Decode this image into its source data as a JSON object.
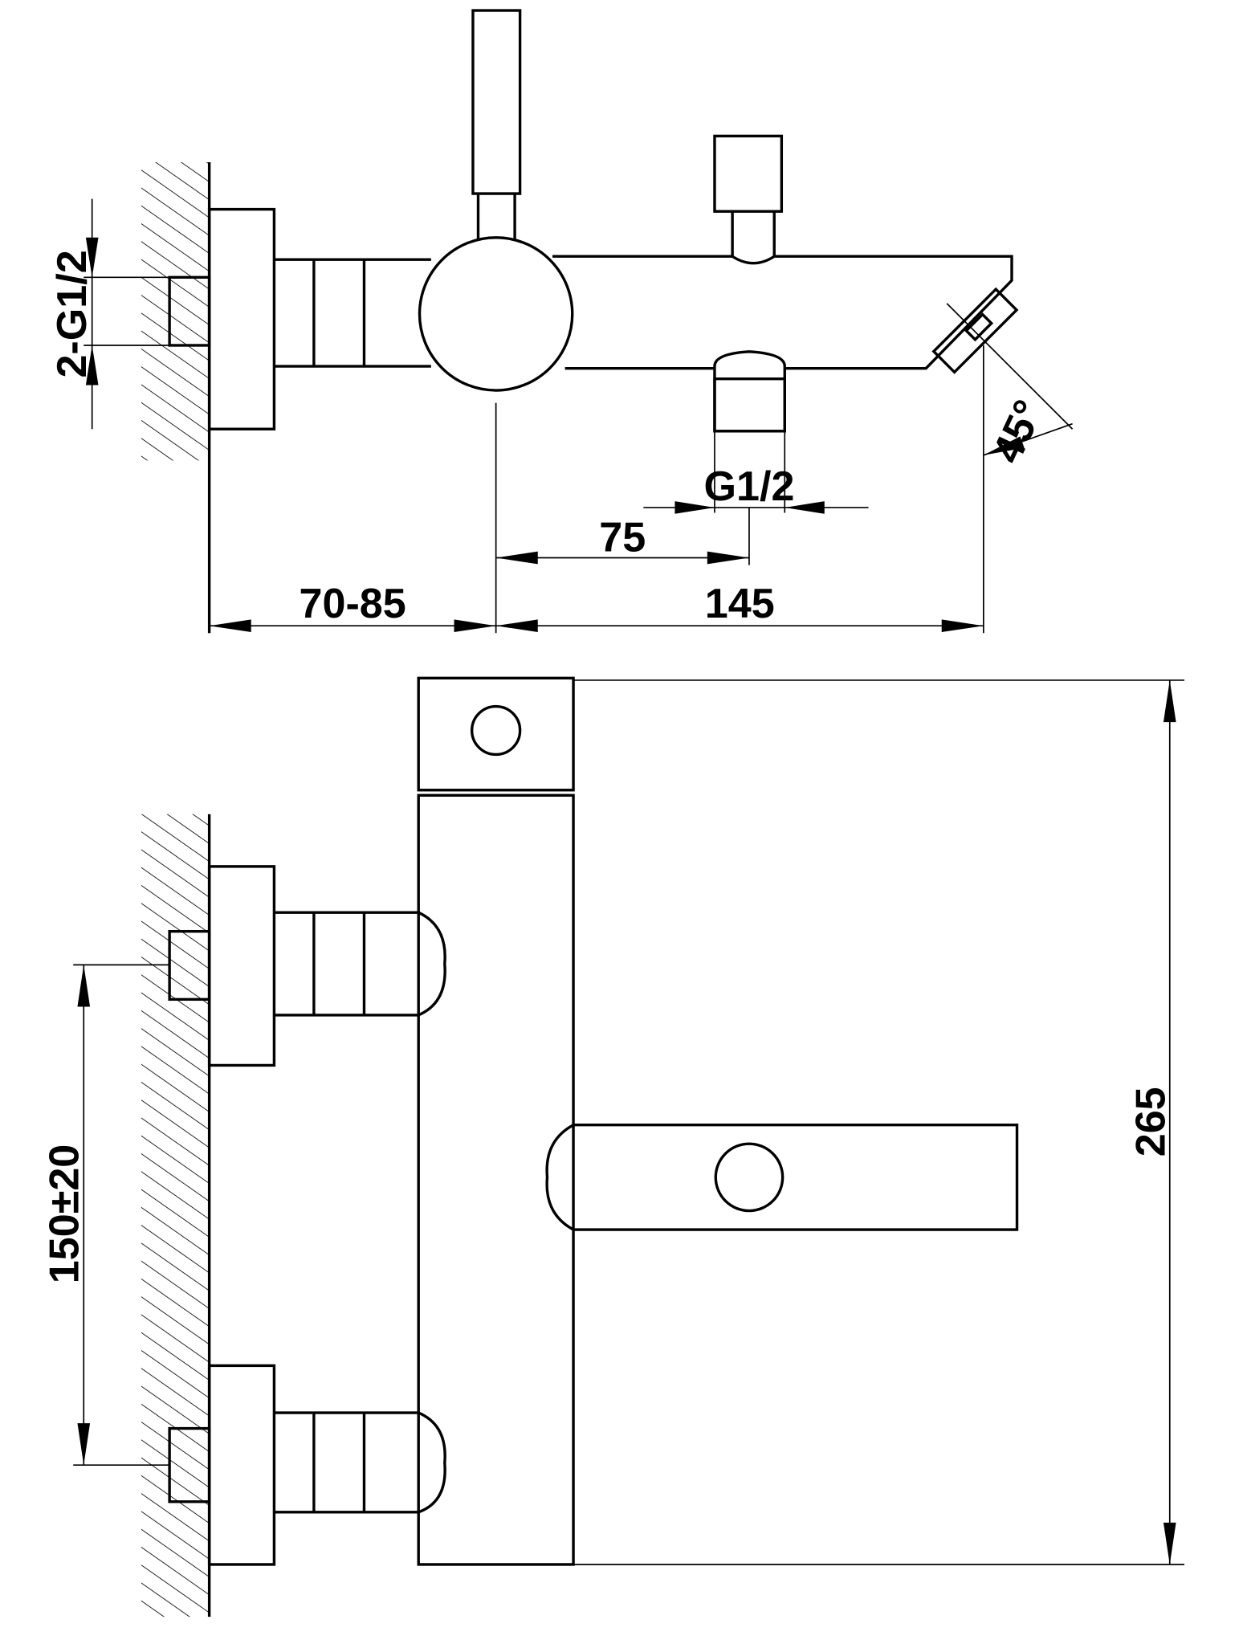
{
  "diagram": {
    "title": "Wall-mounted bath mixer dimension drawing",
    "colors": {
      "line": "#000000",
      "background": "#ffffff"
    },
    "side_view": {
      "labels": {
        "inlet_thread": "2-G1/2",
        "outlet_thread": "G1/2",
        "dim_75": "75",
        "dim_wall": "70-85",
        "dim_145": "145",
        "angle": "45°"
      }
    },
    "front_view": {
      "labels": {
        "dim_height": "265",
        "dim_inlet_spacing": "150±20"
      }
    }
  }
}
